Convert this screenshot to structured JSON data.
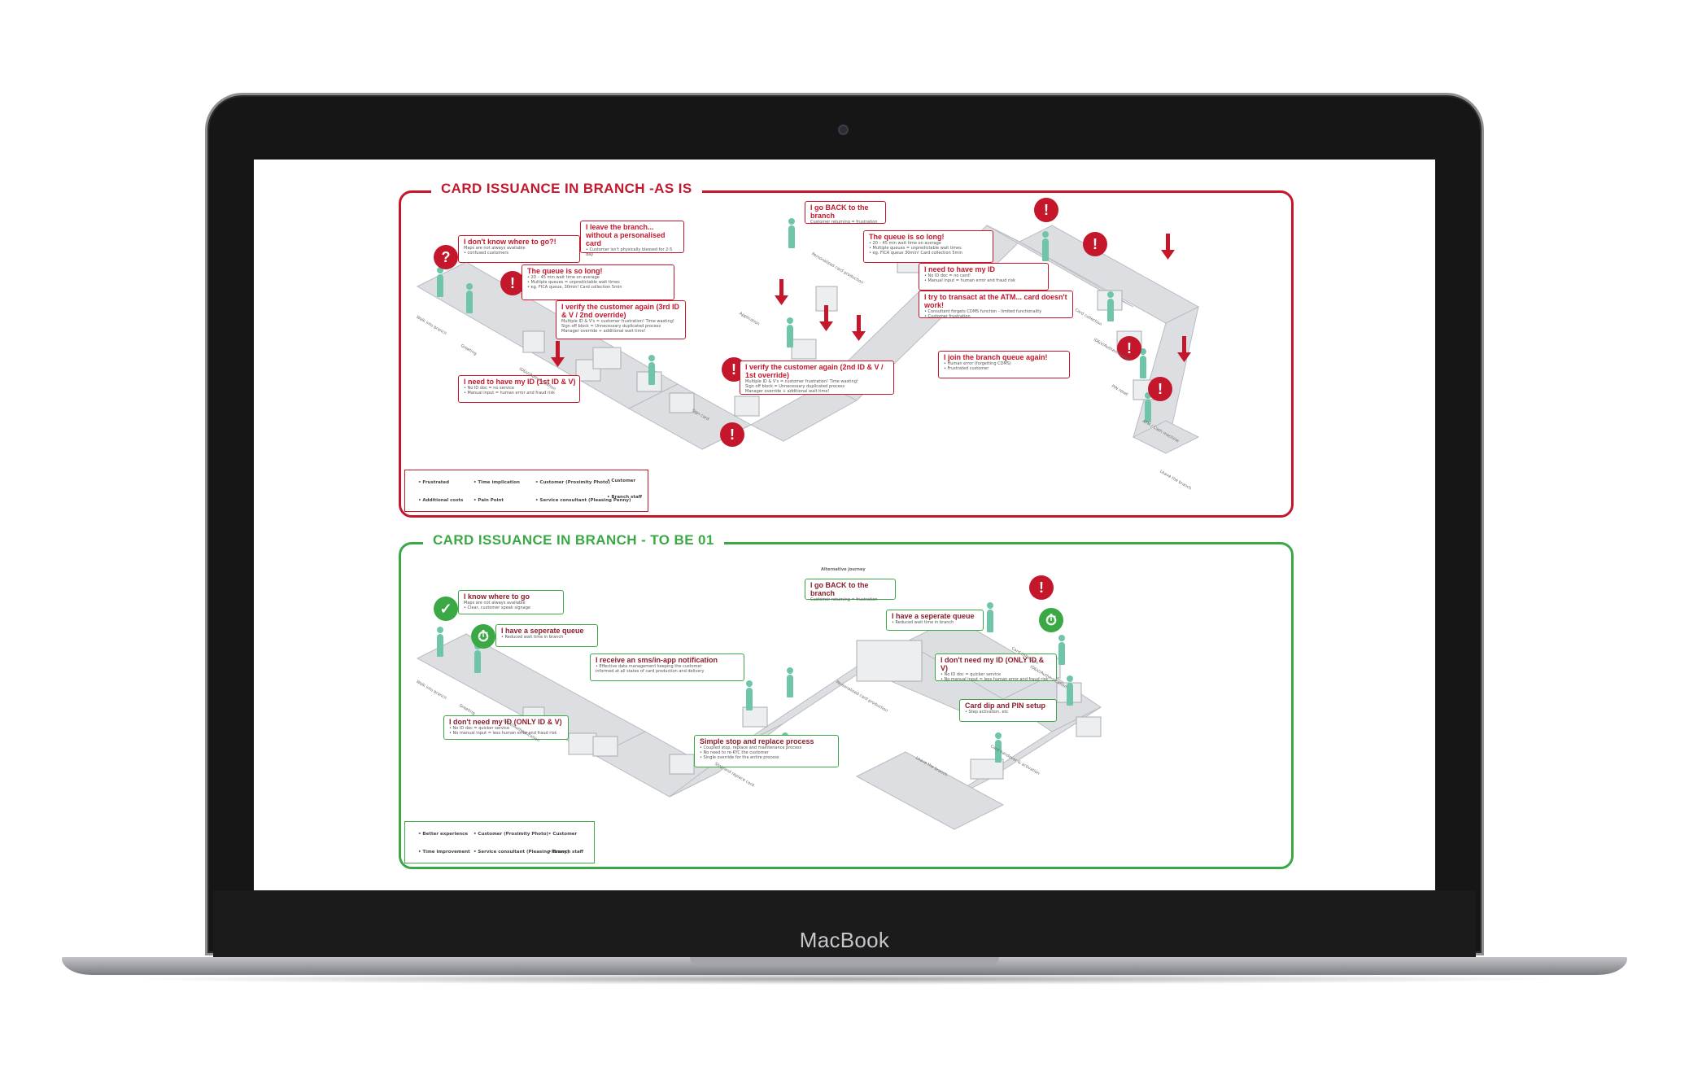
{
  "device": {
    "brand_label": "MacBook"
  },
  "colors": {
    "as_is": "#c4172c",
    "to_be": "#3aa845",
    "figure": "#6fc5a9",
    "floor": "#d6d8dc"
  },
  "as_is": {
    "title": "CARD ISSUANCE IN BRANCH -AS IS",
    "callouts": [
      {
        "title": "I don't know where to go?!",
        "sub": "Maps are not always available\n• confused customers"
      },
      {
        "title": "The queue is so long!",
        "sub": "• 20 – 45 min wait time on average\n• Multiple queues = unpredictable wait times\n• eg. FICA queue, 30min! Card collection 5min"
      },
      {
        "title": "I need to have my ID (1st ID & V)",
        "sub": "• No ID doc = no service\n• Manual input = human error and fraud risk"
      },
      {
        "title": "I leave the branch... without a personalised card",
        "sub": "• Customer isn't physically blessed for 2-5 day"
      },
      {
        "title": "I verify the customer again (3rd ID & V / 2nd override)",
        "sub": "Multiple ID & V's = customer frustration! Time wasting!\nSign off block = Unnecessary duplicated process\nManager override + additional wait time!"
      },
      {
        "title": "I verify the customer again (2nd ID & V / 1st override)",
        "sub": "Multiple ID & V's = customer frustration! Time wasting!\nSign off block = Unnecessary duplicated process\nManager override + additional wait time!"
      },
      {
        "title": "I go BACK to the branch",
        "sub": "Customer returning = frustration"
      },
      {
        "title": "The queue is so long!",
        "sub": "• 20 – 45 min wait time on average\n• Multiple queues = unpredictable wait times\n• eg. FICA queue 30min! Card collection 5min"
      },
      {
        "title": "I need to have my ID",
        "sub": "• No ID doc = no card!\n• Manual input = human error and fraud risk"
      },
      {
        "title": "I try to transact at the ATM... card doesn't work!",
        "sub": "• Consultant forgets CDMS function - limited functionality\n• Customer frustration"
      },
      {
        "title": "I join the branch queue again!",
        "sub": "• Human error (forgetting CDMS)\n• Frustrated customer"
      }
    ],
    "stages": [
      "Walk into branch",
      "Greeting",
      "ID&V/Authentication",
      "Application",
      "Sign card",
      "Personalised card production",
      "Card collection",
      "ID&V/Authentication",
      "PIN reset",
      "ATM / Cash machine",
      "Leave the branch"
    ],
    "legend": [
      {
        "label": "• Frustrated"
      },
      {
        "label": "• Time implication"
      },
      {
        "label": "• Customer (Proximity Photo)"
      },
      {
        "label": "• Customer"
      },
      {
        "label": "• Additional costs"
      },
      {
        "label": "• Pain Point"
      },
      {
        "label": "• Service consultant (Pleasing Penny)"
      },
      {
        "label": "• Branch staff"
      }
    ]
  },
  "to_be": {
    "title": "CARD ISSUANCE IN BRANCH - TO BE 01",
    "alt_label": "Alternative journey",
    "callouts": [
      {
        "title": "I know where to go",
        "sub": "Maps are not always available\n• Clear, customer speak signage"
      },
      {
        "title": "I have a seperate queue",
        "sub": "• Reduced wait time in branch"
      },
      {
        "title": "I receive an sms/in-app notification",
        "sub": "• Effective data management keeping the customer\ninformed at all states of card production and delivery"
      },
      {
        "title": "I don't need my ID (ONLY ID & V)",
        "sub": "• No ID doc = quicker service\n• No manual input = less human error and fraud risk"
      },
      {
        "title": "Simple stop and replace process",
        "sub": "• Coupled stop, replace and maintenance process\n• No need to re-KYC the customer\n• Single override for the entire process"
      },
      {
        "title": "I go BACK to the branch",
        "sub": "Customer returning = frustration"
      },
      {
        "title": "I have a seperate queue",
        "sub": "• Reduced wait time in branch"
      },
      {
        "title": "I don't need my ID (ONLY ID & V)",
        "sub": "• No ID doc = quicker service\n• No manual input = less human error and fraud risk"
      },
      {
        "title": "Card dip and PIN setup",
        "sub": "• Step activation, etc"
      }
    ],
    "stages": [
      "Walk into branch",
      "Greeting",
      "ID&V/Authentication",
      "Stop and replace card",
      "Personalised card production",
      "Card collection",
      "ID&V/Authentication",
      "Card handover & activation",
      "Leave the branch"
    ],
    "legend": [
      {
        "label": "• Better experience"
      },
      {
        "label": "• Customer (Proximity Photo)"
      },
      {
        "label": "• Customer"
      },
      {
        "label": "• Time improvement"
      },
      {
        "label": "• Service consultant (Pleasing Penny)"
      },
      {
        "label": "• Branch staff"
      }
    ]
  }
}
